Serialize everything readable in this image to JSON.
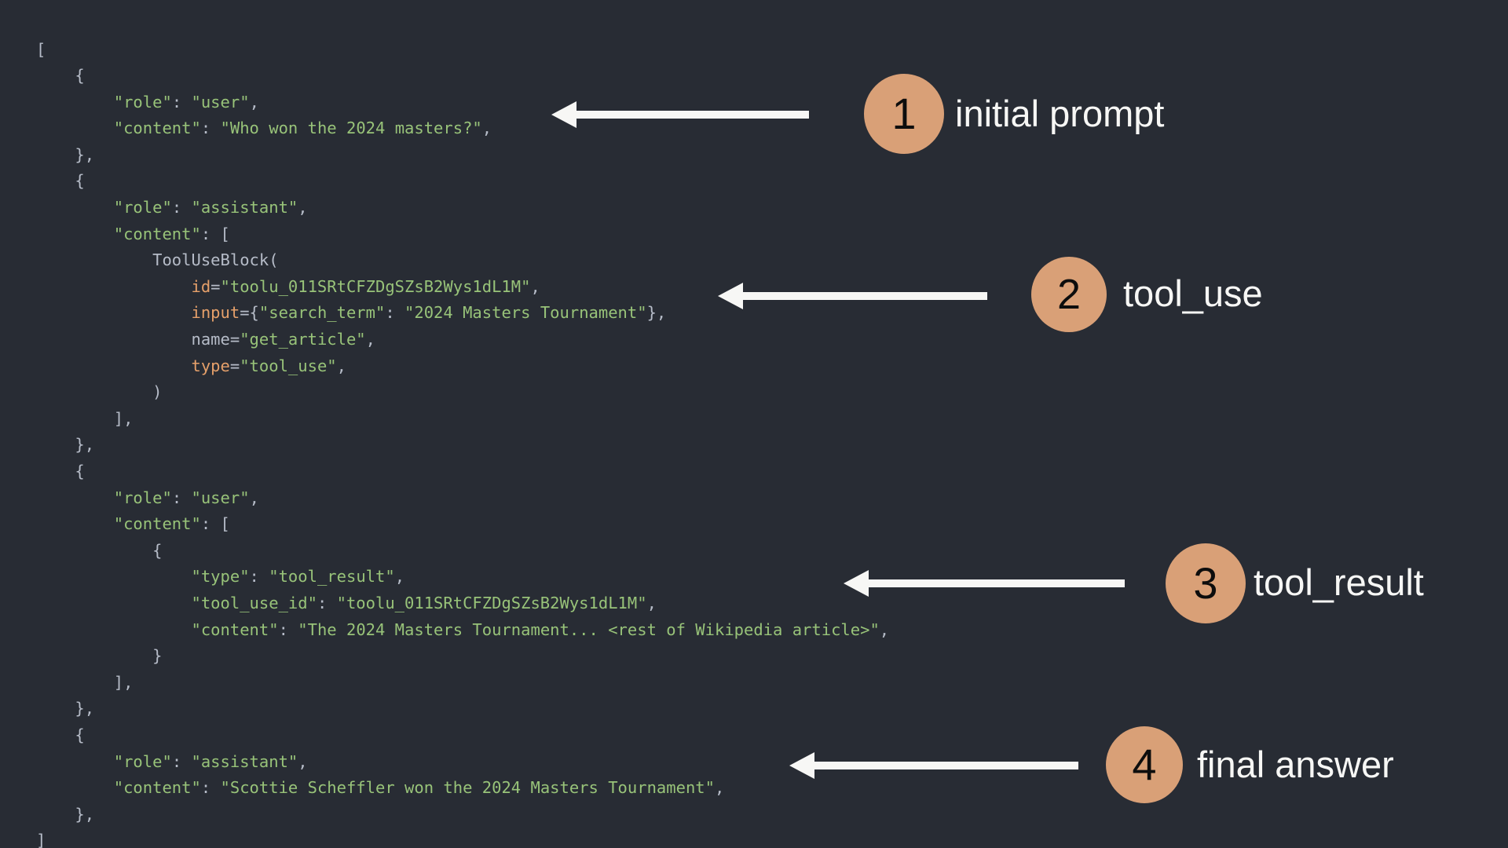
{
  "theme": {
    "background": "#282c34",
    "string_color": "#98c379",
    "punctuation_color": "#b6bcc8",
    "keyword_color": "#e5a06a",
    "identifier_color": "#b6bcc8",
    "badge_color": "#d9a077",
    "badge_number_color": "#0d0d0d",
    "arrow_color": "#f7f7f5",
    "label_color": "#f7f7f5"
  },
  "code": {
    "lines": [
      [
        {
          "t": "[",
          "c": "pun"
        }
      ],
      [
        {
          "t": "    {",
          "c": "pun"
        }
      ],
      [
        {
          "t": "        ",
          "c": "pun"
        },
        {
          "t": "\"role\"",
          "c": "str"
        },
        {
          "t": ": ",
          "c": "pun"
        },
        {
          "t": "\"user\"",
          "c": "str"
        },
        {
          "t": ",",
          "c": "pun"
        }
      ],
      [
        {
          "t": "        ",
          "c": "pun"
        },
        {
          "t": "\"content\"",
          "c": "str"
        },
        {
          "t": ": ",
          "c": "pun"
        },
        {
          "t": "\"Who won the 2024 masters?\"",
          "c": "str"
        },
        {
          "t": ",",
          "c": "pun"
        }
      ],
      [
        {
          "t": "    },",
          "c": "pun"
        }
      ],
      [
        {
          "t": "    {",
          "c": "pun"
        }
      ],
      [
        {
          "t": "        ",
          "c": "pun"
        },
        {
          "t": "\"role\"",
          "c": "str"
        },
        {
          "t": ": ",
          "c": "pun"
        },
        {
          "t": "\"assistant\"",
          "c": "str"
        },
        {
          "t": ",",
          "c": "pun"
        }
      ],
      [
        {
          "t": "        ",
          "c": "pun"
        },
        {
          "t": "\"content\"",
          "c": "str"
        },
        {
          "t": ": [",
          "c": "pun"
        }
      ],
      [
        {
          "t": "            ",
          "c": "pun"
        },
        {
          "t": "ToolUseBlock(",
          "c": "ident"
        }
      ],
      [
        {
          "t": "                ",
          "c": "pun"
        },
        {
          "t": "id",
          "c": "kw"
        },
        {
          "t": "=",
          "c": "pun"
        },
        {
          "t": "\"toolu_011SRtCFZDgSZsB2Wys1dL1M\"",
          "c": "str"
        },
        {
          "t": ",",
          "c": "pun"
        }
      ],
      [
        {
          "t": "                ",
          "c": "pun"
        },
        {
          "t": "input",
          "c": "kw"
        },
        {
          "t": "={",
          "c": "pun"
        },
        {
          "t": "\"search_term\"",
          "c": "str"
        },
        {
          "t": ": ",
          "c": "pun"
        },
        {
          "t": "\"2024 Masters Tournament\"",
          "c": "str"
        },
        {
          "t": "},",
          "c": "pun"
        }
      ],
      [
        {
          "t": "                ",
          "c": "pun"
        },
        {
          "t": "name",
          "c": "ident"
        },
        {
          "t": "=",
          "c": "pun"
        },
        {
          "t": "\"get_article\"",
          "c": "str"
        },
        {
          "t": ",",
          "c": "pun"
        }
      ],
      [
        {
          "t": "                ",
          "c": "pun"
        },
        {
          "t": "type",
          "c": "kw"
        },
        {
          "t": "=",
          "c": "pun"
        },
        {
          "t": "\"tool_use\"",
          "c": "str"
        },
        {
          "t": ",",
          "c": "pun"
        }
      ],
      [
        {
          "t": "            )",
          "c": "pun"
        }
      ],
      [
        {
          "t": "        ],",
          "c": "pun"
        }
      ],
      [
        {
          "t": "    },",
          "c": "pun"
        }
      ],
      [
        {
          "t": "    {",
          "c": "pun"
        }
      ],
      [
        {
          "t": "        ",
          "c": "pun"
        },
        {
          "t": "\"role\"",
          "c": "str"
        },
        {
          "t": ": ",
          "c": "pun"
        },
        {
          "t": "\"user\"",
          "c": "str"
        },
        {
          "t": ",",
          "c": "pun"
        }
      ],
      [
        {
          "t": "        ",
          "c": "pun"
        },
        {
          "t": "\"content\"",
          "c": "str"
        },
        {
          "t": ": [",
          "c": "pun"
        }
      ],
      [
        {
          "t": "            {",
          "c": "pun"
        }
      ],
      [
        {
          "t": "                ",
          "c": "pun"
        },
        {
          "t": "\"type\"",
          "c": "str"
        },
        {
          "t": ": ",
          "c": "pun"
        },
        {
          "t": "\"tool_result\"",
          "c": "str"
        },
        {
          "t": ",",
          "c": "pun"
        }
      ],
      [
        {
          "t": "                ",
          "c": "pun"
        },
        {
          "t": "\"tool_use_id\"",
          "c": "str"
        },
        {
          "t": ": ",
          "c": "pun"
        },
        {
          "t": "\"toolu_011SRtCFZDgSZsB2Wys1dL1M\"",
          "c": "str"
        },
        {
          "t": ",",
          "c": "pun"
        }
      ],
      [
        {
          "t": "                ",
          "c": "pun"
        },
        {
          "t": "\"content\"",
          "c": "str"
        },
        {
          "t": ": ",
          "c": "pun"
        },
        {
          "t": "\"The 2024 Masters Tournament... <rest of Wikipedia article>\"",
          "c": "str"
        },
        {
          "t": ",",
          "c": "pun"
        }
      ],
      [
        {
          "t": "            }",
          "c": "pun"
        }
      ],
      [
        {
          "t": "        ],",
          "c": "pun"
        }
      ],
      [
        {
          "t": "    },",
          "c": "pun"
        }
      ],
      [
        {
          "t": "    {",
          "c": "pun"
        }
      ],
      [
        {
          "t": "        ",
          "c": "pun"
        },
        {
          "t": "\"role\"",
          "c": "str"
        },
        {
          "t": ": ",
          "c": "pun"
        },
        {
          "t": "\"assistant\"",
          "c": "str"
        },
        {
          "t": ",",
          "c": "pun"
        }
      ],
      [
        {
          "t": "        ",
          "c": "pun"
        },
        {
          "t": "\"content\"",
          "c": "str"
        },
        {
          "t": ": ",
          "c": "pun"
        },
        {
          "t": "\"Scottie Scheffler won the 2024 Masters Tournament\"",
          "c": "str"
        },
        {
          "t": ",",
          "c": "pun"
        }
      ],
      [
        {
          "t": "    },",
          "c": "pun"
        }
      ],
      [
        {
          "t": "]",
          "c": "pun"
        }
      ]
    ]
  },
  "annotations": [
    {
      "number": "1",
      "label": "initial prompt",
      "arrow_length": 310
    },
    {
      "number": "2",
      "label": "tool_use",
      "arrow_length": 325
    },
    {
      "number": "3",
      "label": "tool_result",
      "arrow_length": 337
    },
    {
      "number": "4",
      "label": "final answer",
      "arrow_length": 345
    }
  ]
}
